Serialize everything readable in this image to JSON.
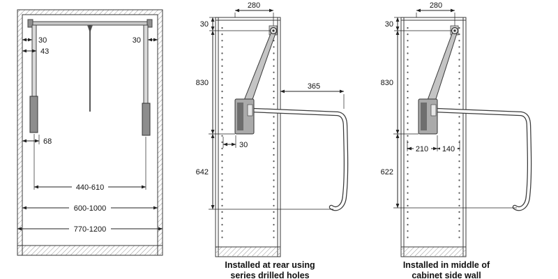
{
  "figure": {
    "front_view": {
      "dims": {
        "left_offset": "30",
        "right_offset": "30",
        "bracket_depth": "43",
        "unit_depth": "68",
        "inner_width": "440-610",
        "cabinet_inner_width": "600-1000",
        "cabinet_outer_width": "770-1200"
      }
    },
    "rear_install": {
      "dims": {
        "top_depth": "280",
        "top_offset": "30",
        "upper_height": "830",
        "reach": "365",
        "hole_offset": "30",
        "lower_height": "642"
      },
      "caption": [
        "Installed at rear using",
        "series drilled holes"
      ]
    },
    "middle_install": {
      "dims": {
        "top_depth": "280",
        "top_offset": "30",
        "upper_height": "830",
        "front_offset": "210",
        "rear_offset": "140",
        "lower_height": "622"
      },
      "caption": [
        "Installed in middle of",
        "cabinet side wall"
      ]
    }
  }
}
